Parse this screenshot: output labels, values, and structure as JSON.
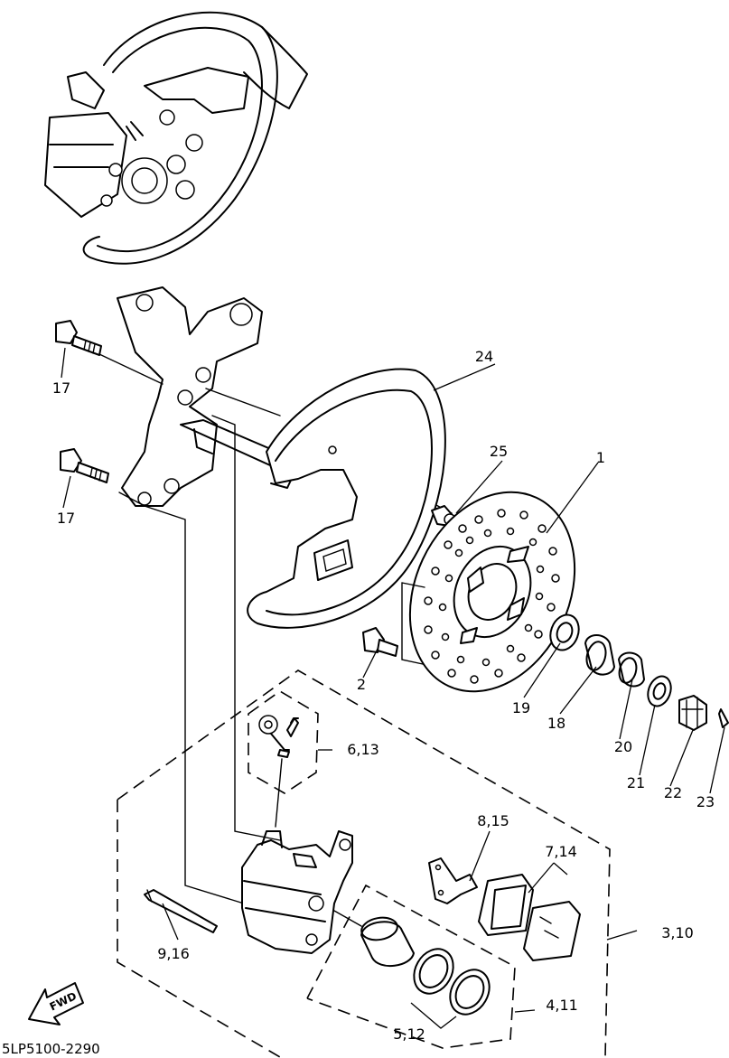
{
  "diagram_code": "5LP5100-2290",
  "fwd_label": "FWD",
  "callouts": [
    {
      "id": "brake-disc",
      "label": "1"
    },
    {
      "id": "disc-bolt",
      "label": "2"
    },
    {
      "id": "caliper-assembly",
      "label": "3,10"
    },
    {
      "id": "caliper-seal-kit",
      "label": "4,11"
    },
    {
      "id": "piston",
      "label": "5,12"
    },
    {
      "id": "bleed-screw-set",
      "label": "6,13"
    },
    {
      "id": "brake-pad-kit",
      "label": "7,14"
    },
    {
      "id": "pad-spring",
      "label": "8,15"
    },
    {
      "id": "pad-pin",
      "label": "9,16"
    },
    {
      "id": "caliper-bracket-bolt-upper",
      "label": "17"
    },
    {
      "id": "caliper-bracket-bolt-lower",
      "label": "17"
    },
    {
      "id": "collar",
      "label": "18"
    },
    {
      "id": "washer",
      "label": "19"
    },
    {
      "id": "bearing",
      "label": "20"
    },
    {
      "id": "plain-washer",
      "label": "21"
    },
    {
      "id": "castle-nut",
      "label": "22"
    },
    {
      "id": "cotter-pin",
      "label": "23"
    },
    {
      "id": "disc-cover",
      "label": "24"
    },
    {
      "id": "cover-screw",
      "label": "25"
    }
  ]
}
